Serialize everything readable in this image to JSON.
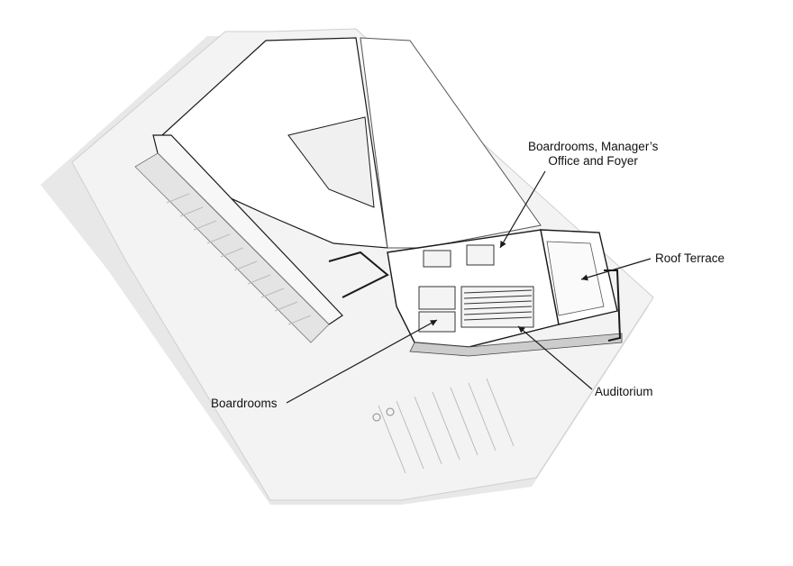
{
  "callouts": {
    "boardrooms_manager_line1": "Boardrooms, Manager’s",
    "boardrooms_manager_line2": "Office and Foyer",
    "roof_terrace": "Roof Terrace",
    "auditorium": "Auditorium",
    "boardrooms": "Boardrooms"
  },
  "colors": {
    "background": "#ffffff",
    "line": "#1a1a1a",
    "shadow": "#d9d9d9",
    "ground": "#f2f2f2",
    "floor": "#ffffff"
  },
  "icons": [
    "accessible-parking-icon"
  ]
}
